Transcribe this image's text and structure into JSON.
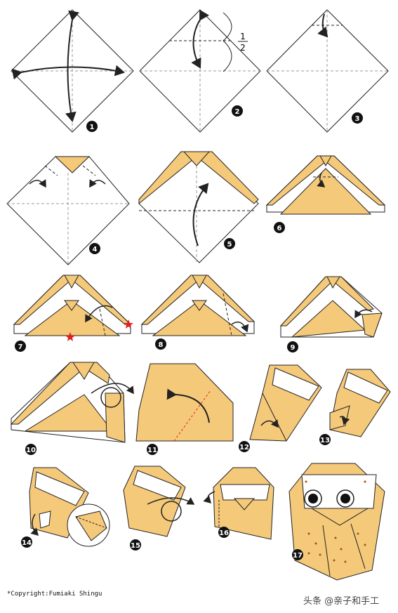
{
  "fraction": {
    "numerator": "1",
    "denominator": "2"
  },
  "steps": [
    "1",
    "2",
    "3",
    "4",
    "5",
    "6",
    "7",
    "8",
    "9",
    "10",
    "11",
    "12",
    "13",
    "14",
    "15",
    "16",
    "17"
  ],
  "copyright": "*Copyright:Fumiaki Shingu",
  "watermark": "头条 @亲子和手工",
  "colors": {
    "paper": "#f5c97a",
    "edge": "#e0a94e",
    "line": "#222222",
    "star": "#e02020"
  }
}
